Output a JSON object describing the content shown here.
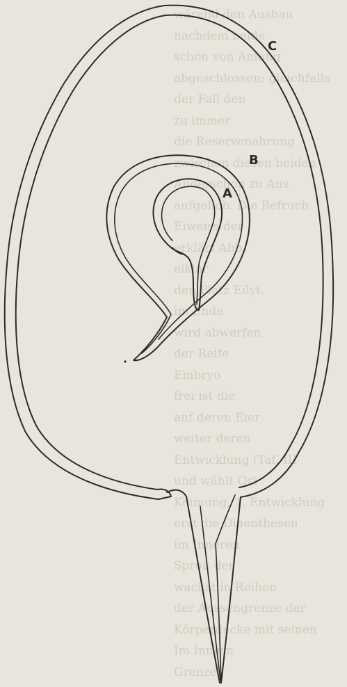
{
  "figure": {
    "labels": {
      "a": "A",
      "b": "B",
      "c": "C"
    }
  },
  "background_text": [
    "wärend den Ausbau",
    "nachdem beide",
    "schon von Anfang",
    "abgeschlossen; gleichfalls",
    "der Fall den",
    "zu immer",
    "die Reservenahrung",
    "zwischen diesen beiden",
    "Anderschon zu Aus",
    "aufgehob. Die Befruch",
    "Eiweiss der",
    "erklärt Abb.",
    "eiklar",
    "den Platz Eilyt.",
    "im Ende",
    "wird abwerfen",
    "der Reife",
    "Embryo",
    "frei ist die",
    "auf deren Eier",
    "weiter deren",
    "Entwicklung (Taf. III",
    "und wählt Ort",
    "Keimung, 1. Entwicklung",
    "erst die Diaenthesen",
    "im Inneren",
    "Sproß der",
    "wachst in Reihen",
    "der Aussengrenze der",
    "Körperdecke mit seinen",
    "Im Innern",
    "Grenze"
  ]
}
